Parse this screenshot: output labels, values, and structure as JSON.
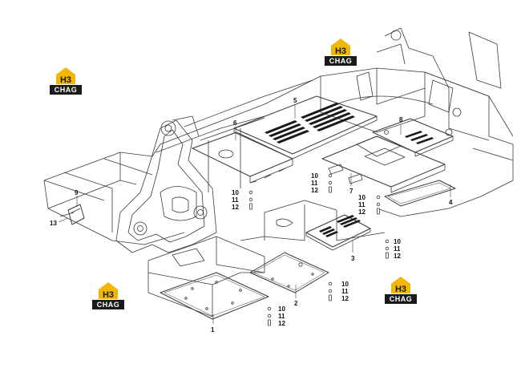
{
  "parts": {
    "p1": "1",
    "p2": "2",
    "p3": "3",
    "p4": "4",
    "p5": "5",
    "p6": "6",
    "p7": "7",
    "p8": "8",
    "p9": "9",
    "p13": "13"
  },
  "fasteners": {
    "a10": "10",
    "a11": "11",
    "a12": "12",
    "b10": "10",
    "b11": "11",
    "b12": "12",
    "c10": "10",
    "c11": "11",
    "c12": "12",
    "d10": "10",
    "d11": "11",
    "d12": "12",
    "e10": "10",
    "e11": "11",
    "e12": "12",
    "f10": "10",
    "f11": "11",
    "f12": "12"
  },
  "watermark": {
    "text": "CHAG",
    "mark": "H3",
    "accent": "#f2b705"
  }
}
